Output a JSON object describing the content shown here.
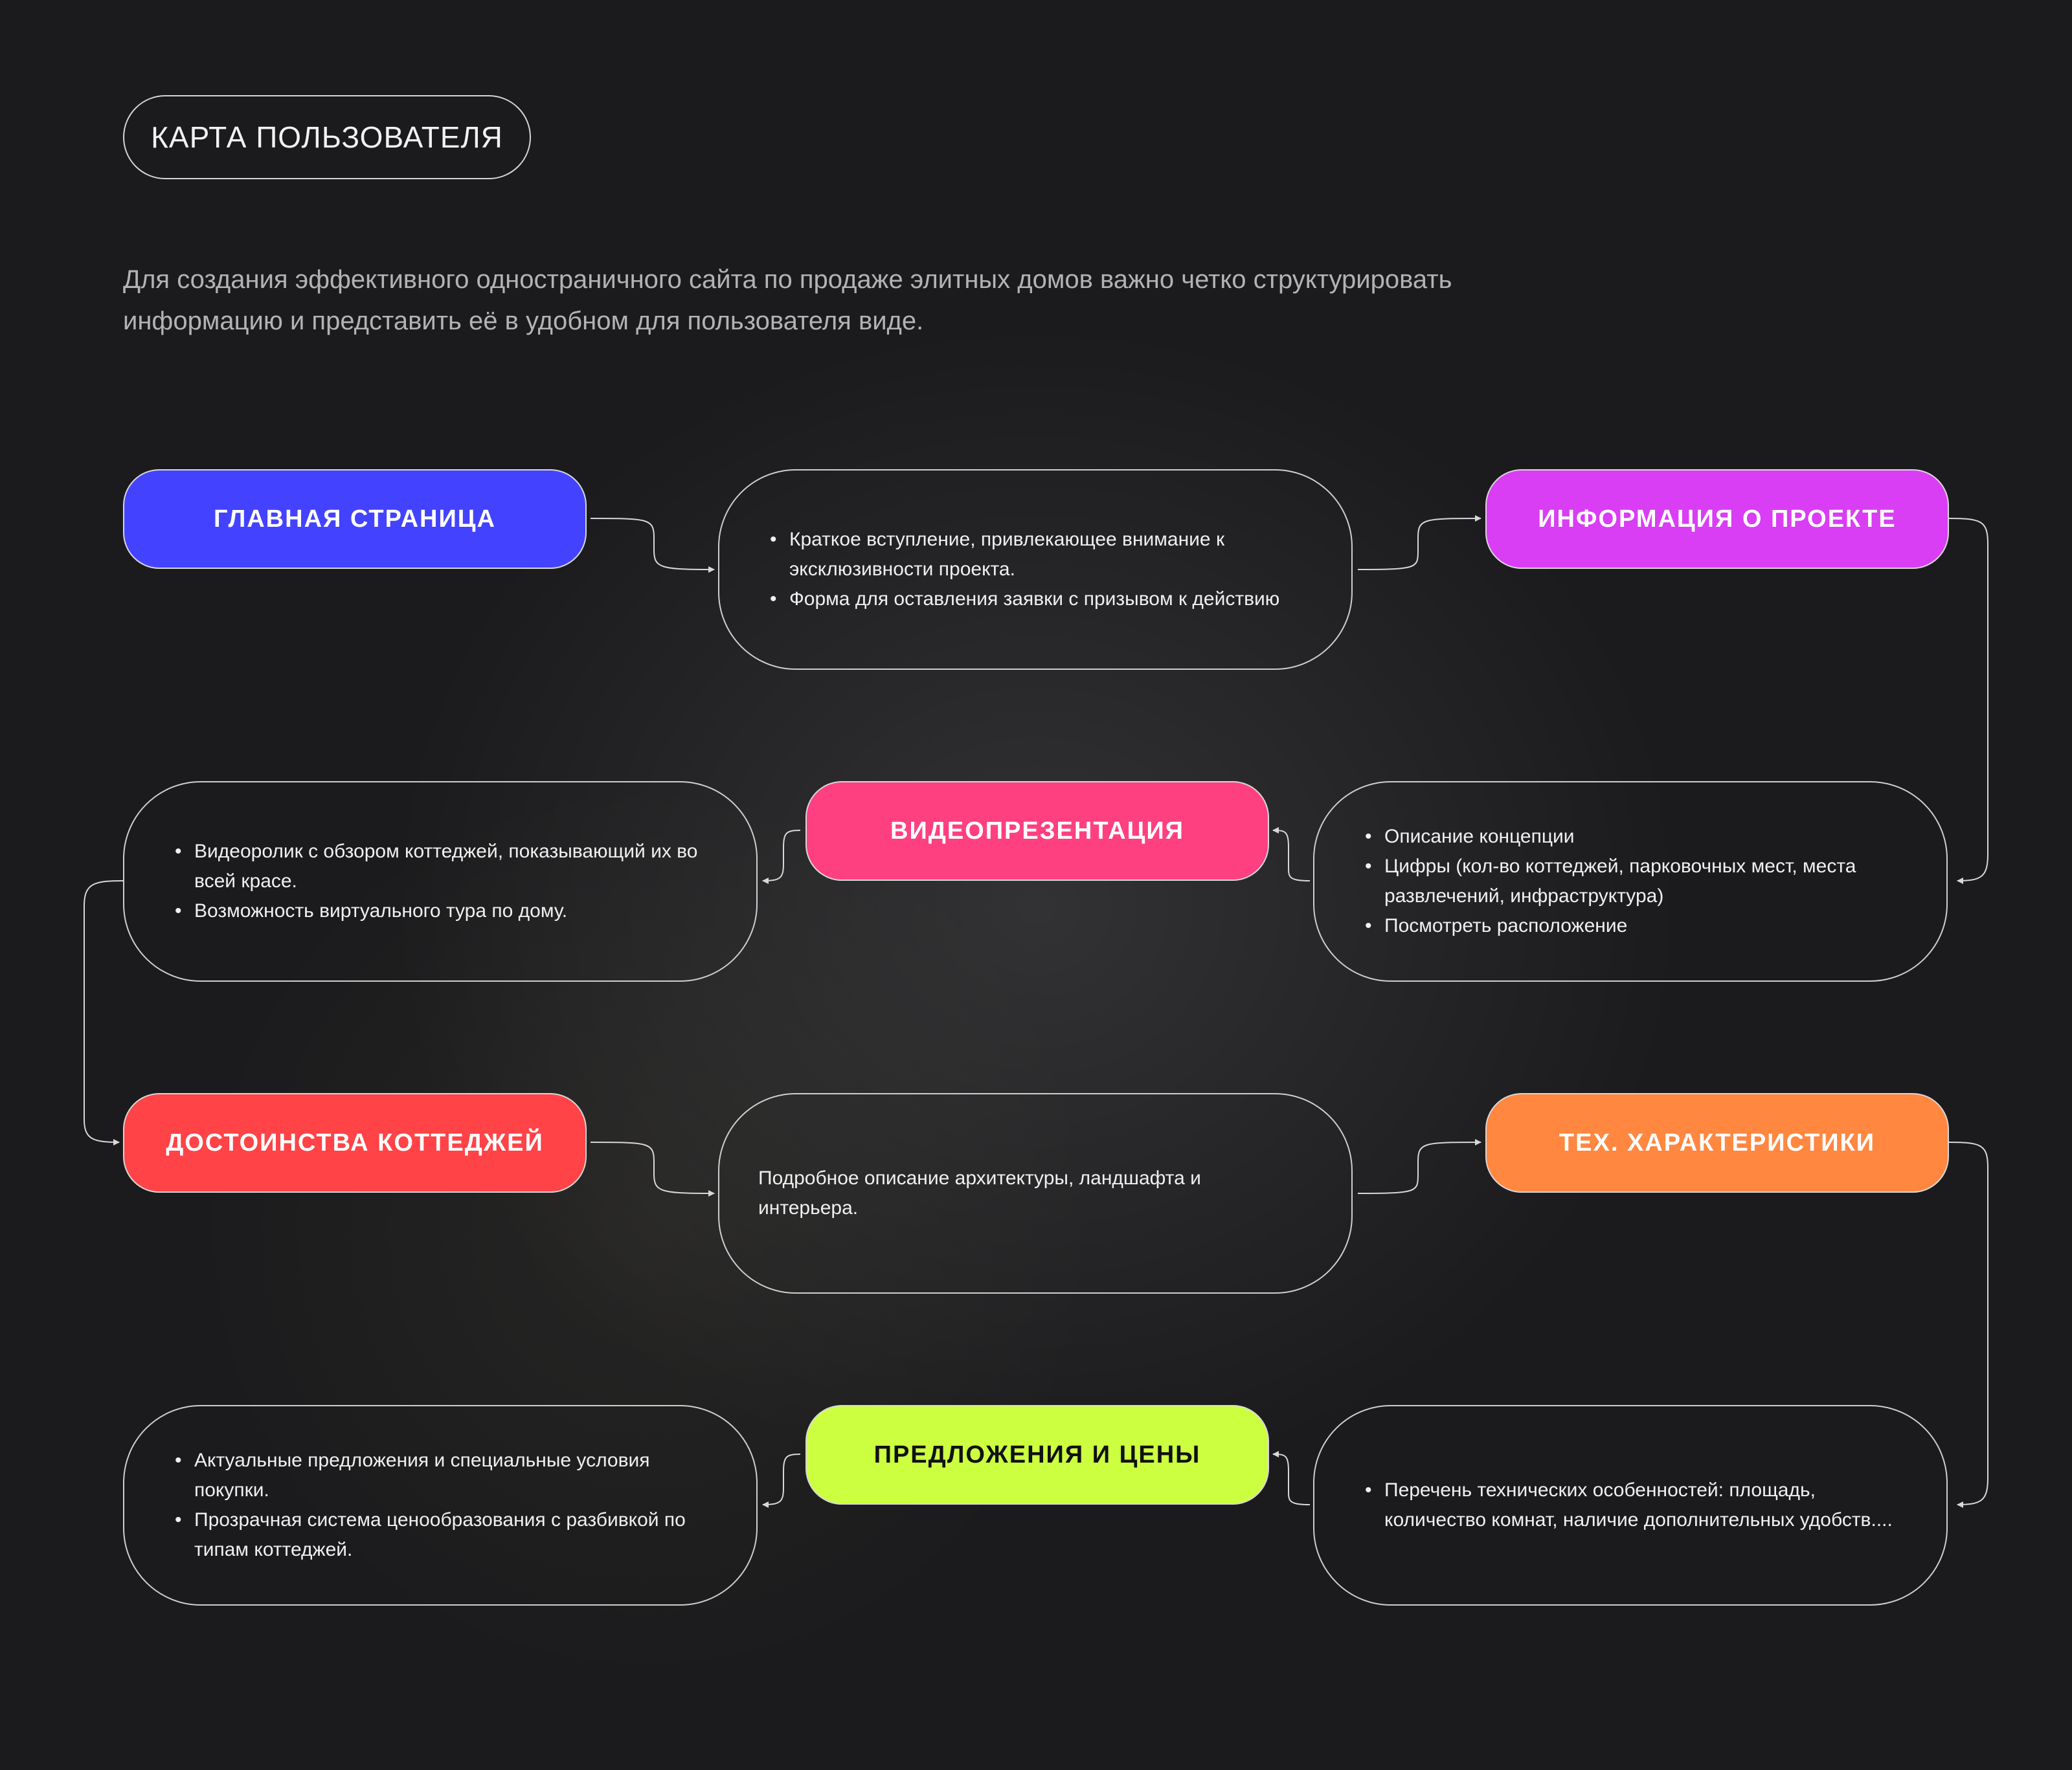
{
  "title": "КАРТА ПОЛЬЗОВАТЕЛЯ",
  "intro": "Для создания эффективного одностраничного сайта по продаже элитных домов важно четко структурировать информацию и представить её в удобном для пользователя виде.",
  "stages": {
    "home": "ГЛАВНАЯ СТРАНИЦА",
    "info": "ИНФОРМАЦИЯ О ПРОЕКТЕ",
    "video": "ВИДЕОПРЕЗЕНТАЦИЯ",
    "advantages": "ДОСТОИНСТВА КОТТЕДЖЕЙ",
    "tech": "ТЕХ. ХАРАКТЕРИСТИКИ",
    "prices": "ПРЕДЛОЖЕНИЯ И ЦЕНЫ"
  },
  "details": {
    "home": [
      "Краткое вступление, привлекающее внимание к эксклюзивности проекта.",
      "Форма для оставления заявки с призывом к действию"
    ],
    "info": [
      "Описание концепции",
      "Цифры (кол-во коттеджей, парковочных мест, места развлечений, инфраструктура)",
      "Посмотреть расположение"
    ],
    "video": [
      "Видеоролик с обзором коттеджей, показывающий их во всей красе.",
      "Возможность виртуального тура по дому."
    ],
    "advantages": "Подробное описание архитектуры, ландшафта и интерьера.",
    "tech": [
      "Перечень технических особенностей: площадь, количество комнат, наличие дополнительных удобств...."
    ],
    "prices": [
      "Актуальные предложения и специальные условия покупки.",
      "Прозрачная система ценообразования с разбивкой по типам коттеджей."
    ]
  },
  "colors": {
    "background": "#1b1b1d",
    "home": "#4343ff",
    "info": "#d93df4",
    "video": "#ff4080",
    "advantages": "#ff4347",
    "tech": "#ff8740",
    "prices": "#ccff40",
    "line": "#d8d8d8"
  }
}
